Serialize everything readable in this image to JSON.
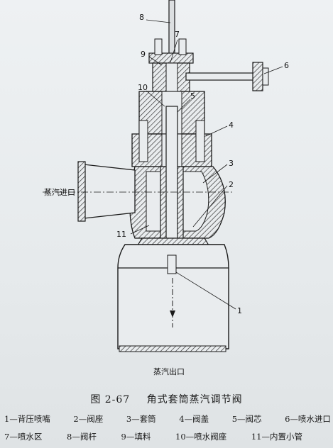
{
  "figure": {
    "number": "图 2-67",
    "title": "角式套筒蒸汽调节阀"
  },
  "flow_labels": {
    "inlet": "蒸汽进口",
    "outlet": "蒸汽出口"
  },
  "callouts": [
    "1",
    "2",
    "3",
    "4",
    "5",
    "6",
    "7",
    "8",
    "9",
    "10",
    "11"
  ],
  "legend": {
    "row1": [
      "1—背压喷嘴",
      "2—阀座",
      "3—套筒",
      "4—阀盖",
      "5—阀芯",
      "6—喷水进口"
    ],
    "row2": [
      "7—喷水区",
      "8—阀杆",
      "9—填料",
      "10—喷水阀座",
      "11—内置小管"
    ]
  },
  "colors": {
    "line": "#1a1a1a",
    "hatch": "#2a2a2a",
    "paper": "#e9ecee"
  }
}
